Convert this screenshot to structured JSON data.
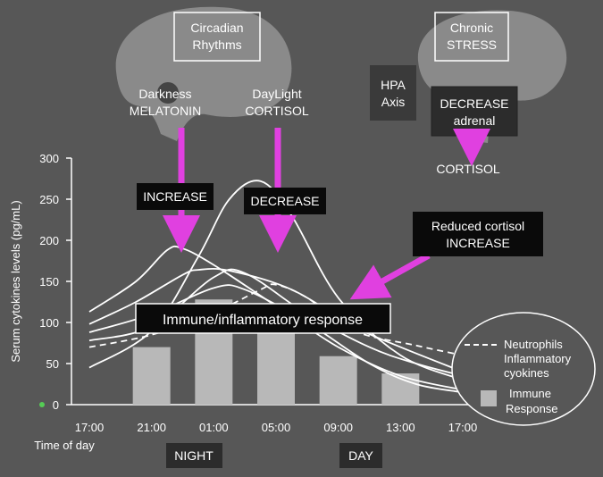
{
  "labels": {
    "circadian": [
      "Circadian",
      "Rhythms"
    ],
    "chronic": [
      "Chronic",
      "STRESS"
    ],
    "darkness": [
      "Darkness",
      "MELATONIN"
    ],
    "daylight": [
      "DayLight",
      "CORTISOL"
    ],
    "hpa": [
      "HPA",
      "Axis"
    ],
    "decrease_adrenal": [
      "DECREASE",
      "adrenal"
    ],
    "cortisol": "CORTISOL",
    "increase": "INCREASE",
    "decrease": "DECREASE",
    "reduced_cortisol": [
      "Reduced cortisol",
      "INCREASE"
    ],
    "immune_response_banner": "Immune/inflammatory response",
    "night": "NIGHT",
    "day": "DAY",
    "time_of_day": "Time of day"
  },
  "legend": {
    "line_label": [
      "Neutrophils",
      "Inflammatory",
      "cyokines"
    ],
    "bar_label": [
      "Immune",
      "Response"
    ]
  },
  "colors": {
    "background": "#575757",
    "arrow": "#e040e0",
    "dark_box": "#0a0a0a",
    "bar_fill": "#b8b8b8",
    "brain": "#8a8a8a"
  },
  "chart_data": {
    "type": "line",
    "ylabel": "Serum cytokines levels (pg/mL)",
    "xlabel": "Time of day",
    "x_ticks": [
      "17:00",
      "21:00",
      "01:00",
      "05:00",
      "09:00",
      "13:00",
      "17:00"
    ],
    "y_ticks": [
      "300",
      "250",
      "200",
      "150",
      "100",
      "50",
      "0"
    ],
    "y_tick_values": [
      300,
      250,
      200,
      150,
      100,
      50,
      0
    ],
    "ylim": [
      0,
      300
    ],
    "x_hours": [
      0,
      4,
      8,
      12,
      16,
      20,
      24
    ],
    "bars": [
      {
        "x_hour": 4,
        "value": 70
      },
      {
        "x_hour": 8,
        "value": 128
      },
      {
        "x_hour": 12,
        "value": 88
      },
      {
        "x_hour": 16,
        "value": 59
      },
      {
        "x_hour": 20,
        "value": 38
      }
    ],
    "lines": [
      {
        "style": "solid",
        "points": [
          [
            0,
            113
          ],
          [
            3,
            150
          ],
          [
            5,
            188
          ],
          [
            6,
            190
          ],
          [
            8,
            170
          ],
          [
            12,
            120
          ],
          [
            16,
            70
          ],
          [
            20,
            35
          ],
          [
            24,
            18
          ]
        ]
      },
      {
        "style": "solid",
        "points": [
          [
            0,
            98
          ],
          [
            3,
            125
          ],
          [
            6,
            158
          ],
          [
            7,
            164
          ],
          [
            9,
            163
          ],
          [
            13,
            140
          ],
          [
            17,
            95
          ],
          [
            20,
            70
          ],
          [
            24,
            40
          ]
        ]
      },
      {
        "style": "solid",
        "points": [
          [
            0,
            88
          ],
          [
            4,
            110
          ],
          [
            8,
            142
          ],
          [
            10,
            140
          ],
          [
            14,
            100
          ],
          [
            18,
            50
          ],
          [
            21,
            25
          ],
          [
            24,
            15
          ]
        ]
      },
      {
        "style": "solid",
        "points": [
          [
            0,
            45
          ],
          [
            4,
            90
          ],
          [
            7,
            180
          ],
          [
            9,
            250
          ],
          [
            11,
            272
          ],
          [
            13,
            230
          ],
          [
            16,
            130
          ],
          [
            20,
            60
          ],
          [
            24,
            30
          ]
        ]
      },
      {
        "style": "solid",
        "points": [
          [
            0,
            78
          ],
          [
            4,
            95
          ],
          [
            8,
            155
          ],
          [
            10,
            160
          ],
          [
            14,
            110
          ],
          [
            18,
            70
          ],
          [
            21,
            50
          ],
          [
            24,
            35
          ]
        ]
      },
      {
        "style": "dashed",
        "points": [
          [
            0,
            70
          ],
          [
            4,
            85
          ],
          [
            8,
            112
          ],
          [
            11,
            140
          ],
          [
            12,
            146
          ],
          [
            14,
            130
          ],
          [
            17,
            90
          ],
          [
            21,
            72
          ],
          [
            24,
            60
          ]
        ]
      }
    ]
  }
}
